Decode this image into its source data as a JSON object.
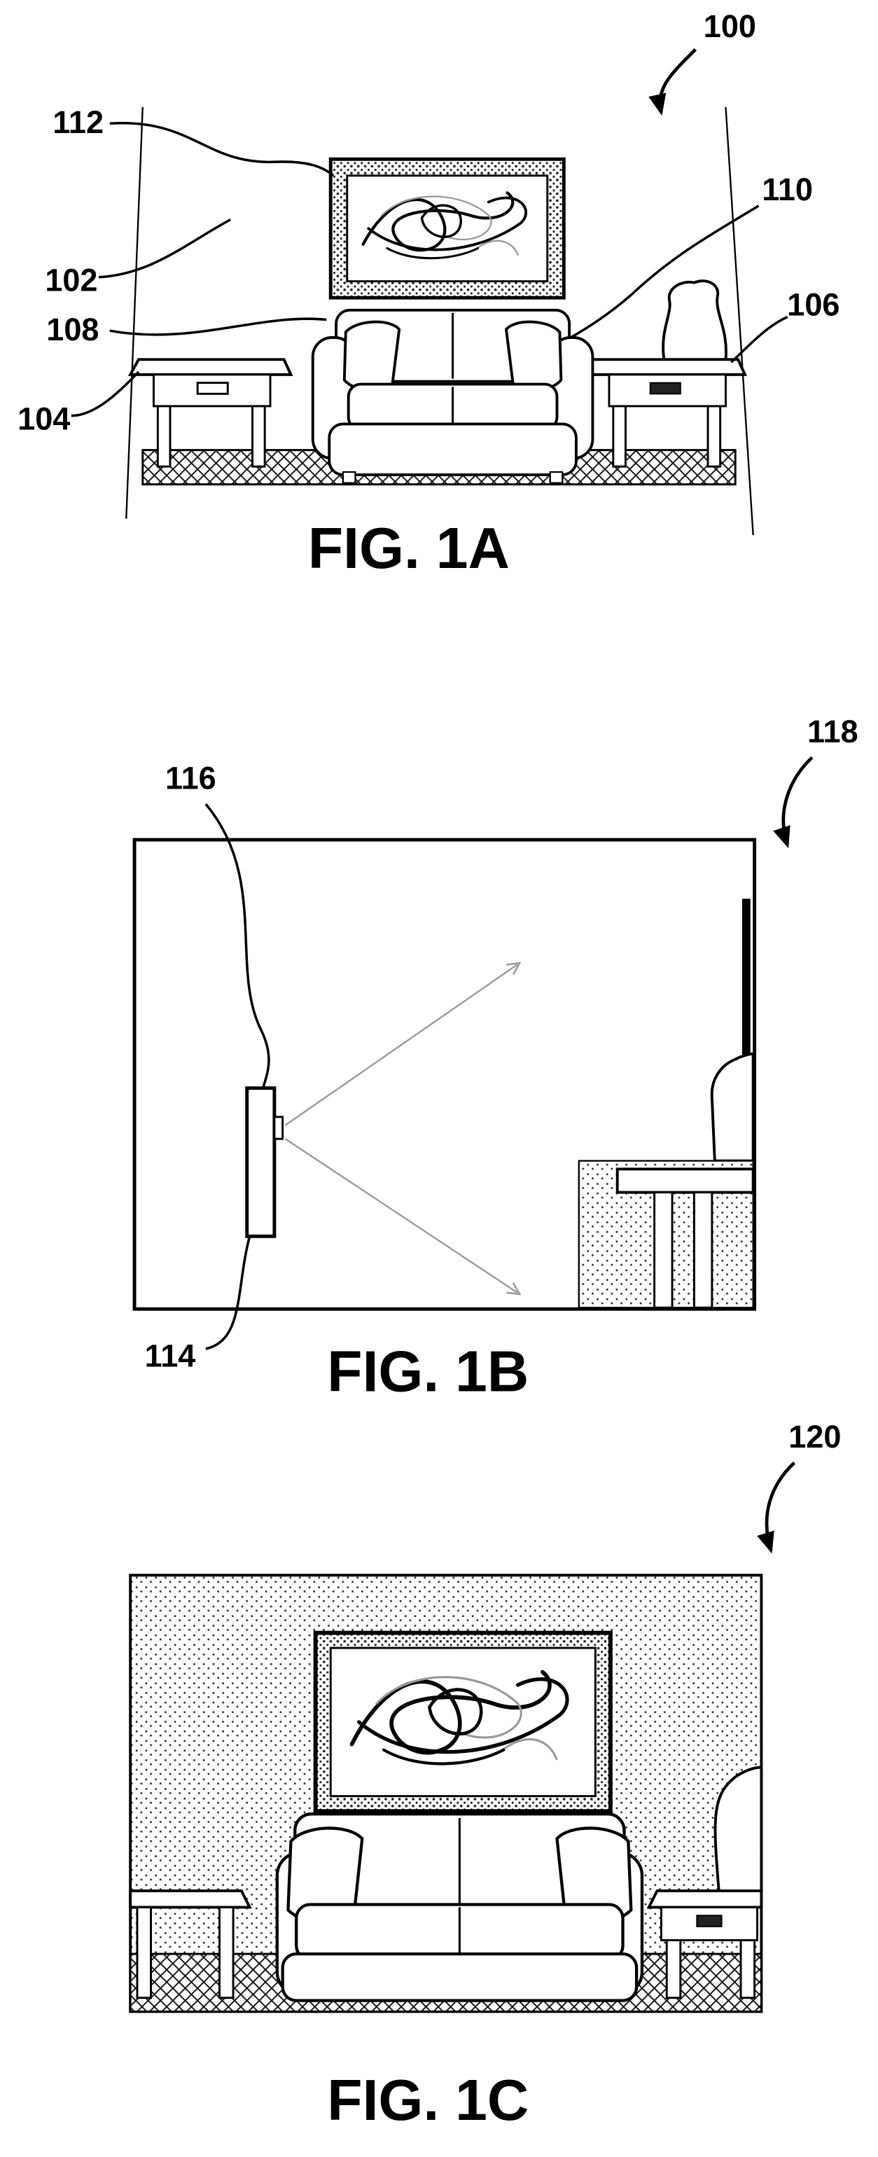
{
  "sheet": {
    "type": "patent-figure-sheet",
    "colors": {
      "line": "#000000",
      "background": "#ffffff",
      "stipple": "#333333",
      "fov_arrow": "#999999"
    }
  },
  "figures": {
    "fig1a": {
      "caption": "FIG. 1A",
      "reference_numerals": {
        "n100": "100",
        "n102": "102",
        "n104": "104",
        "n106": "106",
        "n108": "108",
        "n110": "110",
        "n112": "112"
      }
    },
    "fig1b": {
      "caption": "FIG. 1B",
      "reference_numerals": {
        "n114": "114",
        "n116": "116",
        "n118": "118"
      }
    },
    "fig1c": {
      "caption": "FIG. 1C",
      "reference_numerals": {
        "n120": "120"
      }
    }
  }
}
